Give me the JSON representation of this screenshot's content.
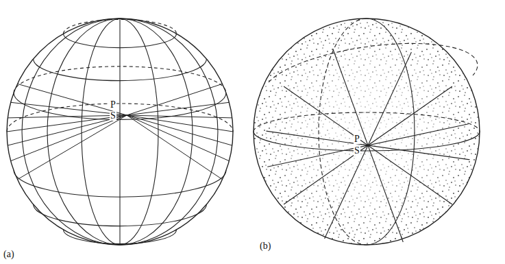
{
  "diagram": {
    "labels": [
      "(a)",
      "P",
      "S",
      "(b)",
      "P",
      "S"
    ]
  }
}
